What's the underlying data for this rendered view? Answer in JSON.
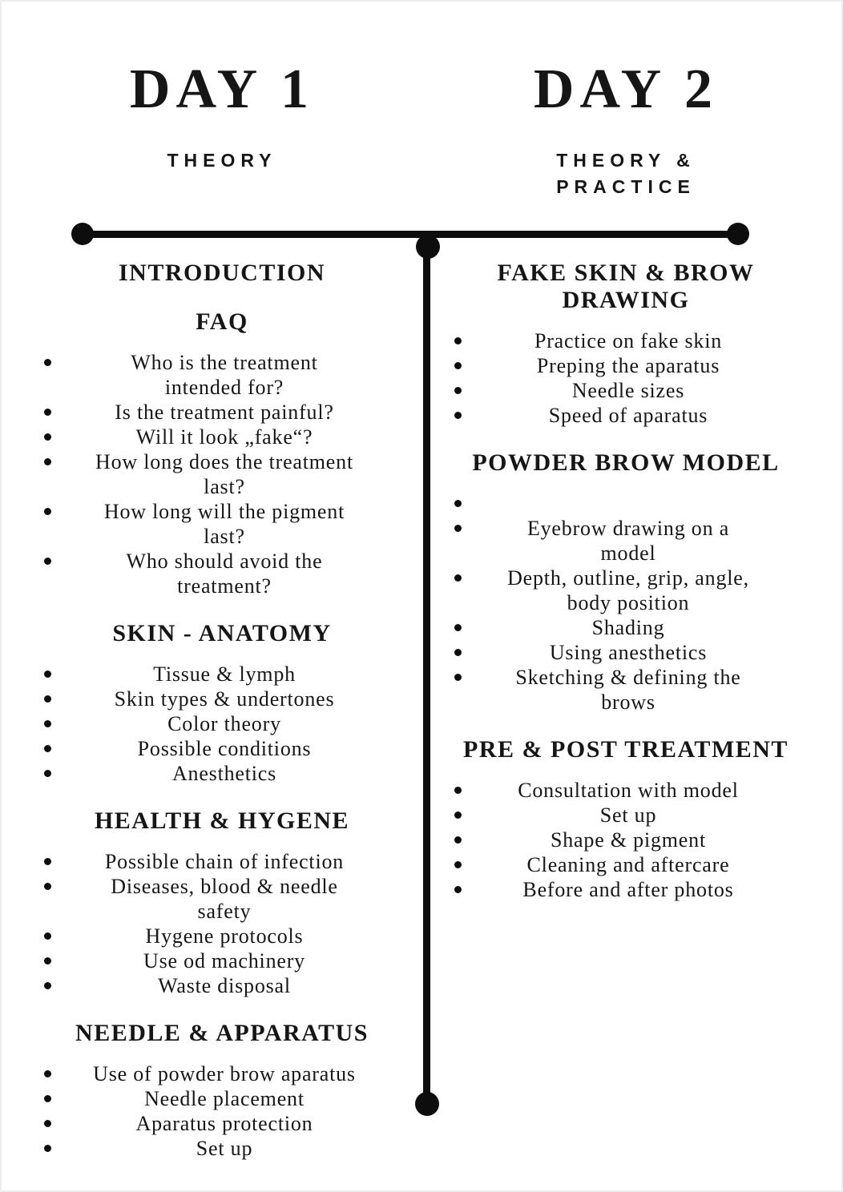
{
  "page": {
    "background": "#ffffff",
    "text_color": "#161616",
    "line_color": "#0d0d0d"
  },
  "columns": [
    {
      "title": "DAY 1",
      "subtitle": "THEORY",
      "sections": [
        {
          "headings": [
            "INTRODUCTION",
            "FAQ"
          ],
          "items": [
            "Who is the treatment\nintended for?",
            "Is the treatment painful?",
            "Will it look „fake“?",
            "How long does the treatment\nlast?",
            "How long will the pigment\nlast?",
            "Who should avoid the\ntreatment?"
          ]
        },
        {
          "headings": [
            "SKIN - ANATOMY"
          ],
          "items": [
            "Tissue & lymph",
            "Skin types & undertones",
            "Color theory",
            "Possible conditions",
            "Anesthetics"
          ]
        },
        {
          "headings": [
            "HEALTH & HYGENE"
          ],
          "items": [
            "Possible chain of infection",
            "Diseases, blood & needle\nsafety",
            "Hygene protocols",
            "Use od machinery",
            "Waste disposal"
          ]
        },
        {
          "headings": [
            "NEEDLE & APPARATUS"
          ],
          "items": [
            "Use of powder brow aparatus",
            "Needle placement",
            "Aparatus protection",
            "Set up"
          ]
        }
      ]
    },
    {
      "title": "DAY 2",
      "subtitle": "THEORY &\nPRACTICE",
      "sections": [
        {
          "headings": [
            "FAKE SKIN & BROW\nDRAWING"
          ],
          "items": [
            "Practice on fake skin",
            "Preping the aparatus",
            "Needle sizes",
            "Speed of aparatus"
          ]
        },
        {
          "headings": [
            "POWDER BROW MODEL"
          ],
          "items": [
            "",
            "Eyebrow drawing on a\nmodel",
            "Depth, outline, grip, angle,\nbody position",
            "Shading",
            "Using anesthetics",
            "Sketching & defining the\nbrows"
          ]
        },
        {
          "headings": [
            "PRE & POST TREATMENT"
          ],
          "items": [
            "Consultation with model",
            "Set up",
            "Shape & pigment",
            "Cleaning and aftercare",
            "Before and after photos"
          ]
        }
      ]
    }
  ]
}
